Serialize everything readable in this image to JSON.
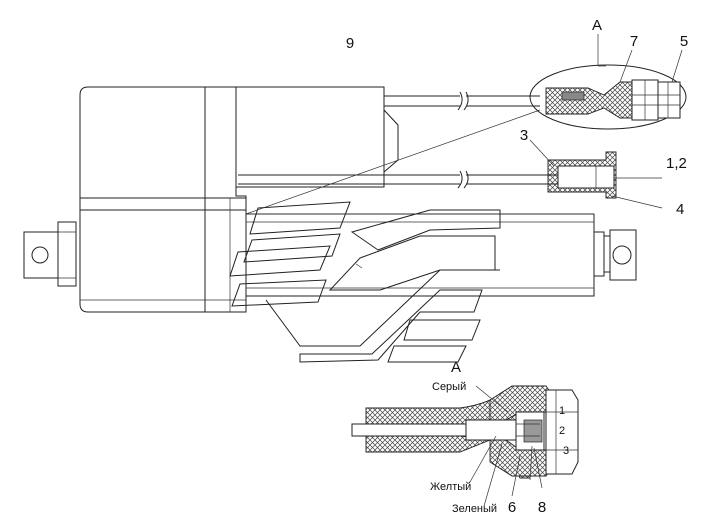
{
  "labels": {
    "view_a_top": "А",
    "view_a_detail": "А",
    "n9": "9",
    "n7": "7",
    "n5": "5",
    "n3": "3",
    "n12": "1,2",
    "n4": "4",
    "n6": "6",
    "n8": "8"
  },
  "wires": {
    "grey": "Серый",
    "yellow": "Желтый",
    "green": "Зеленый"
  },
  "pins": [
    "1",
    "2",
    "3"
  ]
}
